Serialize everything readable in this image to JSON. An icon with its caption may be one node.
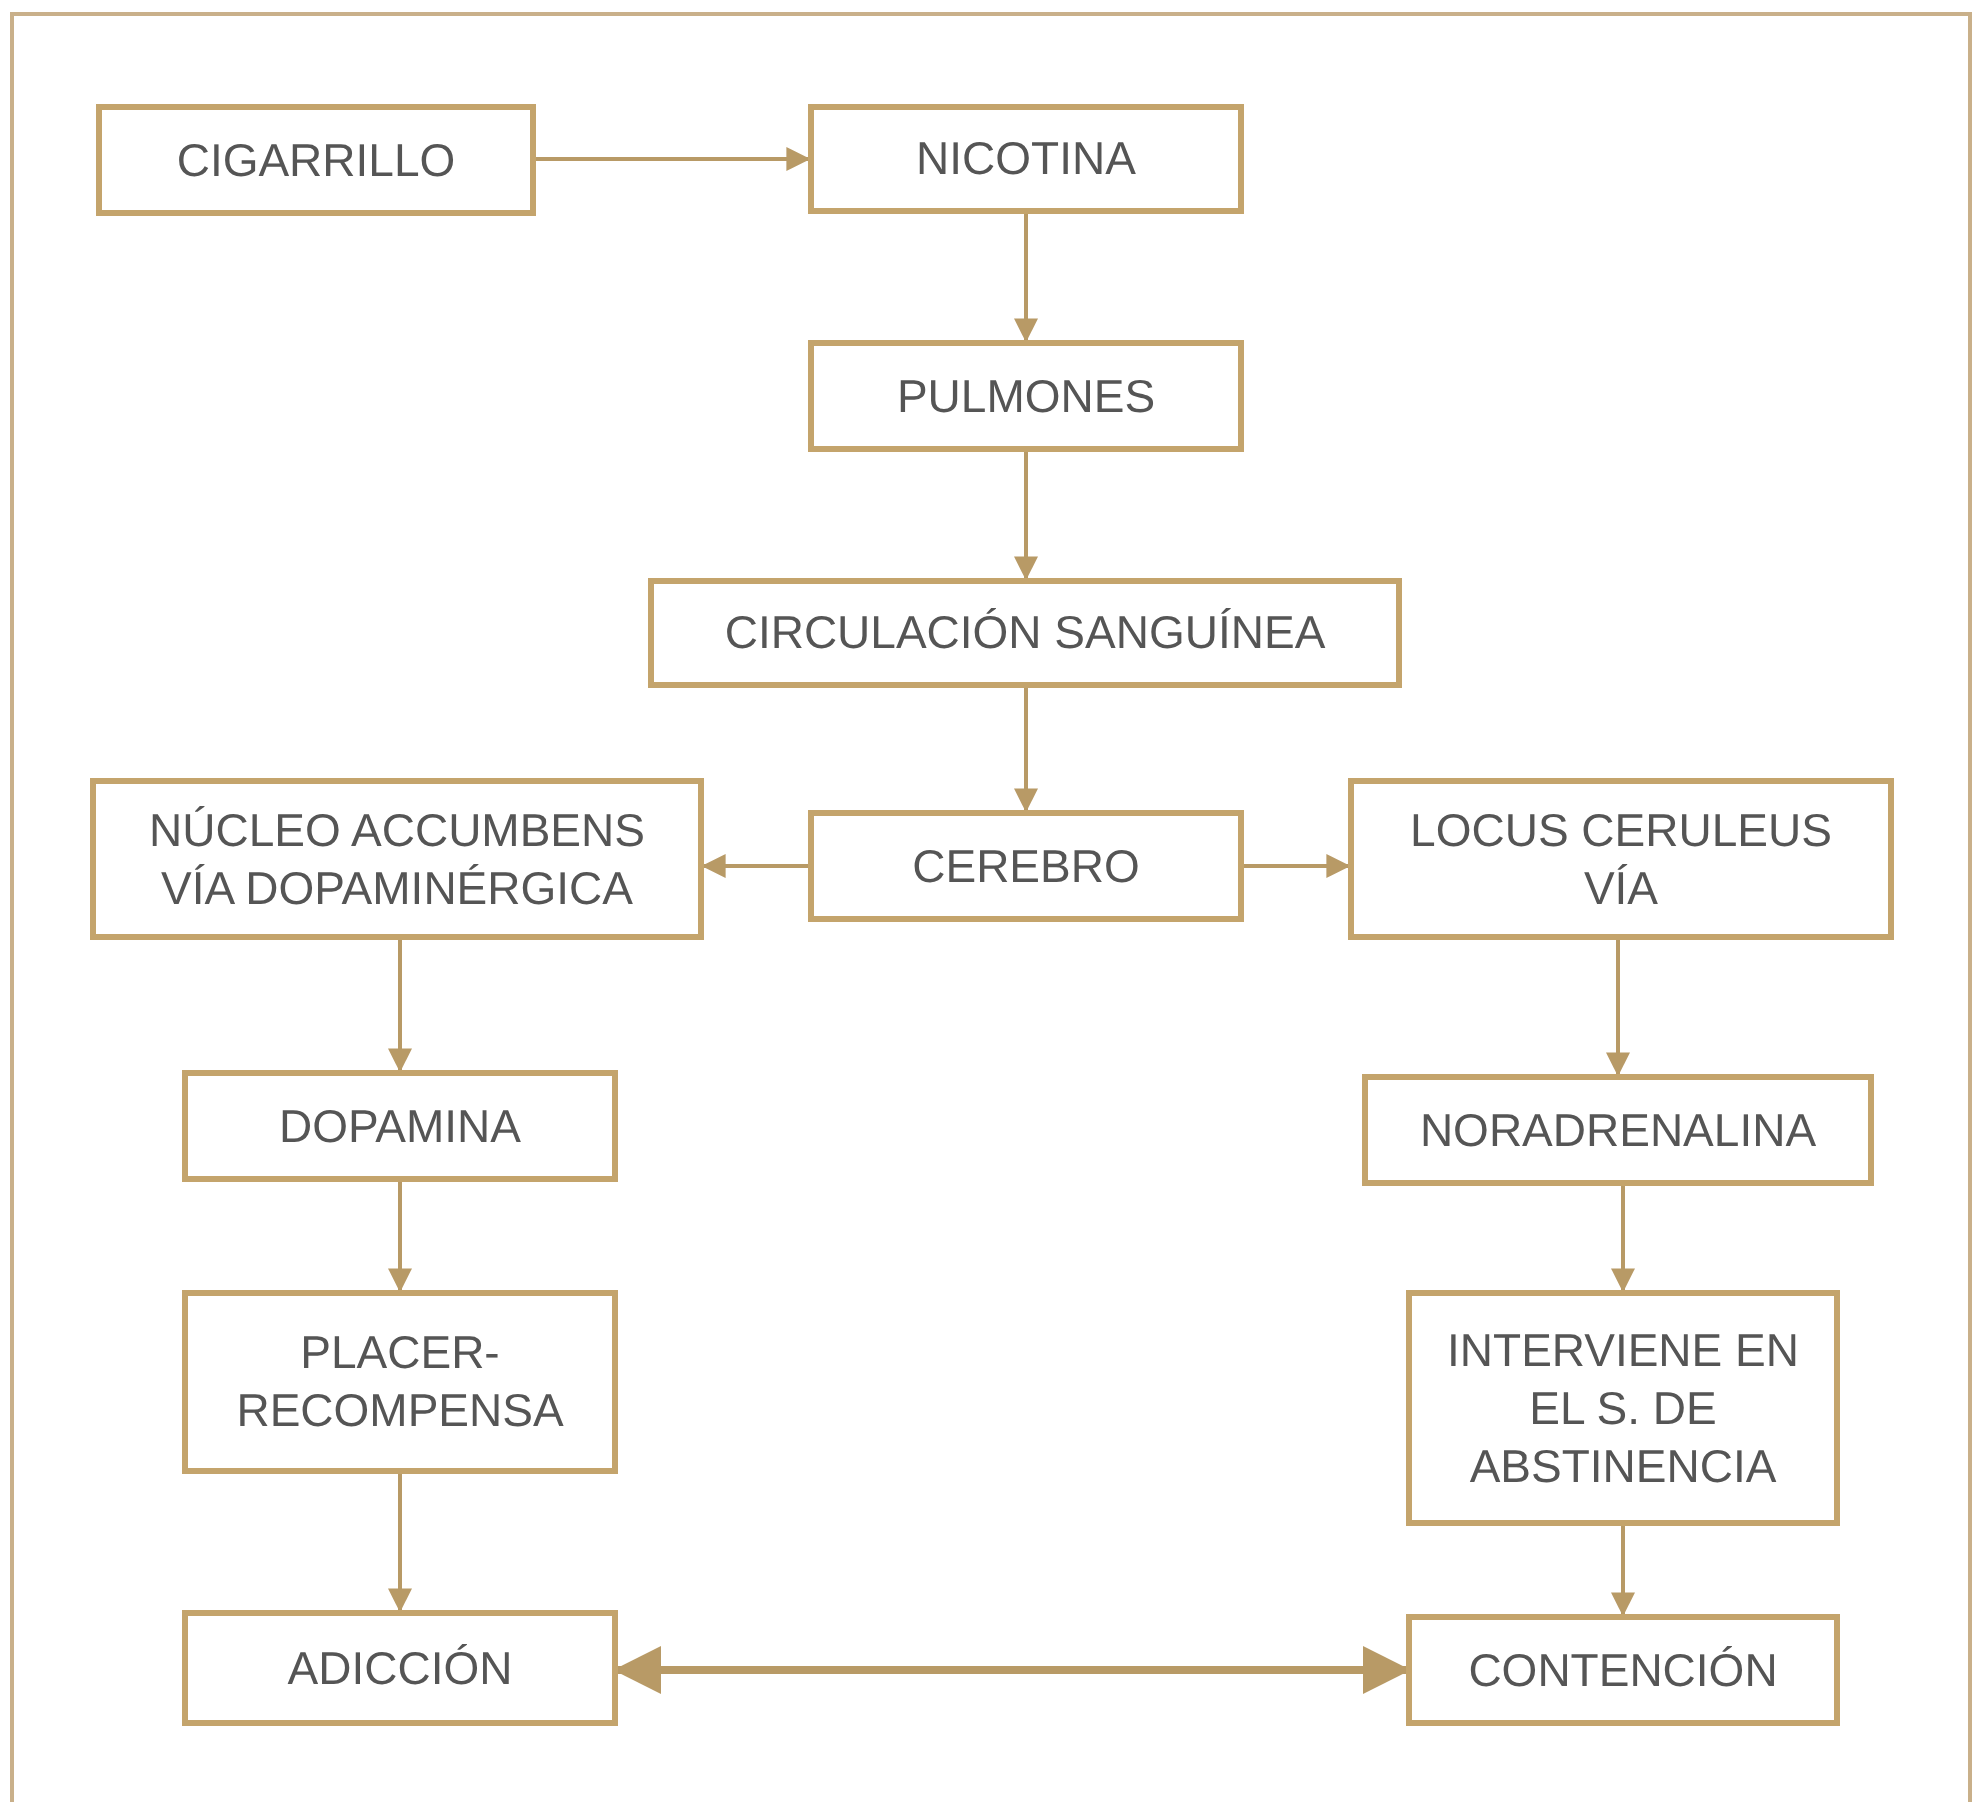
{
  "diagram": {
    "nodes": [
      {
        "text": [
          "CIGARRILLO"
        ]
      },
      {
        "text": [
          "NICOTINA"
        ]
      },
      {
        "text": [
          "PULMONES"
        ]
      },
      {
        "text": [
          "CIRCULACIÓN SANGUÍNEA"
        ]
      },
      {
        "text": [
          "NÚCLEO ACCUMBENS VÍA DOPAMINÉRGICA"
        ]
      },
      {
        "text": [
          "CEREBRO"
        ]
      },
      {
        "text": [
          "LOCUS CERULEUS VÍA"
        ]
      },
      {
        "text": [
          "DOPAMINA"
        ]
      },
      {
        "text": [
          "NORADRENALINA"
        ]
      },
      {
        "text": [
          "PLACER-RECOMPENSA"
        ]
      },
      {
        "text": [
          "INTERVIENE EN EL S. DE ABSTINENCIA"
        ]
      },
      {
        "text": [
          "ADICCIÓN"
        ]
      },
      {
        "text": [
          "CONTENCIÓN"
        ]
      }
    ],
    "edges": [
      {
        "from": 0,
        "to": 1,
        "arrow": "to"
      },
      {
        "from": 1,
        "to": 2,
        "arrow": "to"
      },
      {
        "from": 2,
        "to": 3,
        "arrow": "to"
      },
      {
        "from": 3,
        "to": 5,
        "arrow": "to"
      },
      {
        "from": 5,
        "to": 4,
        "arrow": "to"
      },
      {
        "from": 5,
        "to": 6,
        "arrow": "to"
      },
      {
        "from": 4,
        "to": 7,
        "arrow": "to"
      },
      {
        "from": 7,
        "to": 9,
        "arrow": "to"
      },
      {
        "from": 9,
        "to": 11,
        "arrow": "to"
      },
      {
        "from": 6,
        "to": 8,
        "arrow": "to"
      },
      {
        "from": 8,
        "to": 10,
        "arrow": "to"
      },
      {
        "from": 10,
        "to": 12,
        "arrow": "to"
      },
      {
        "from": 11,
        "to": 12,
        "arrow": "both",
        "style": "thick"
      }
    ]
  }
}
